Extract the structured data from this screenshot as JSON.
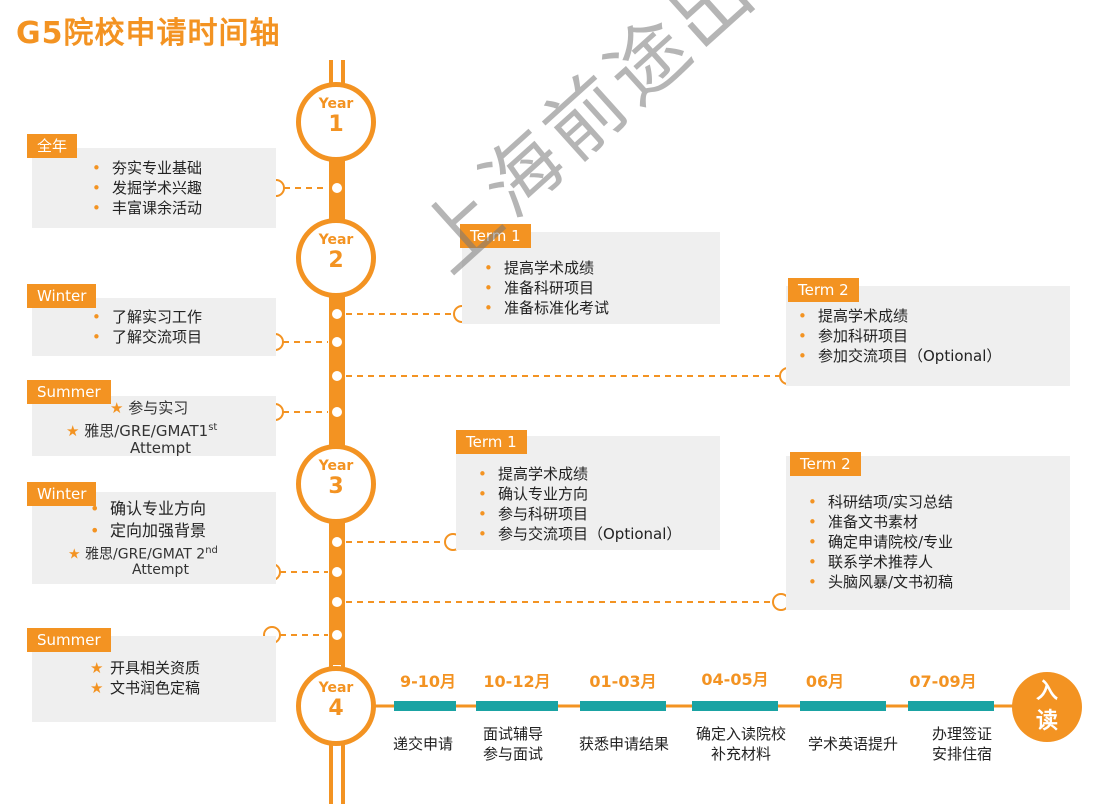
{
  "title": "G5院校申请时间轴",
  "years": [
    {
      "label": "Year",
      "num": "1"
    },
    {
      "label": "Year",
      "num": "2"
    },
    {
      "label": "Year",
      "num": "3"
    },
    {
      "label": "Year",
      "num": "4"
    }
  ],
  "left_blocks": [
    {
      "tag": "全年",
      "items": [
        "夯实专业基础",
        "发掘学术兴趣",
        "丰富课余活动"
      ]
    },
    {
      "tag": "Winter",
      "items": [
        "了解实习工作",
        "了解交流项目"
      ]
    },
    {
      "tag": "Summer",
      "star1": "参与实习",
      "star2_main": "雅思/GRE/GMAT1",
      "star2_sup": "st",
      "star2_tail": "Attempt"
    },
    {
      "tag": "Winter",
      "items": [
        "确认专业方向",
        "定向加强背景"
      ],
      "star_main": "雅思/GRE/GMAT 2",
      "star_sup": "nd",
      "star_tail": "Attempt"
    },
    {
      "tag": "Summer",
      "stars": [
        "开具相关资质",
        "文书润色定稿"
      ]
    }
  ],
  "right_blocks": [
    {
      "tag": "Term 1",
      "items": [
        "提高学术成绩",
        "准备科研项目",
        "准备标准化考试"
      ]
    },
    {
      "tag": "Term 2",
      "items": [
        "提高学术成绩",
        "参加科研项目",
        "参加交流项目（Optional）"
      ]
    },
    {
      "tag": "Term 1",
      "items": [
        "提高学术成绩",
        "确认专业方向",
        "参与科研项目",
        "参与交流项目（Optional）"
      ]
    },
    {
      "tag": "Term 2",
      "items": [
        "科研结项/实习总结",
        "准备文书素材",
        "确定申请院校/专业",
        "联系学术推荐人",
        "头脑风暴/文书初稿"
      ]
    }
  ],
  "year4_timeline": [
    {
      "month": "9-10月",
      "l1": "递交申请",
      "l2": ""
    },
    {
      "month": "10-12月",
      "l1": "面试辅导",
      "l2": "参与面试"
    },
    {
      "month": "01-03月",
      "l1": "获悉申请结果",
      "l2": ""
    },
    {
      "month": "04-05月",
      "l1": "确定入读院校",
      "l2": "补充材料"
    },
    {
      "month": "06月",
      "l1": "学术英语提升",
      "l2": ""
    },
    {
      "month": "07-09月",
      "l1": "办理签证",
      "l2": "安排住宿"
    }
  ],
  "end_label_1": "入",
  "end_label_2": "读",
  "watermark": "上海前途出国",
  "colors": {
    "accent": "#f39322",
    "bar": "#1aa3a3",
    "box": "#efefef"
  }
}
